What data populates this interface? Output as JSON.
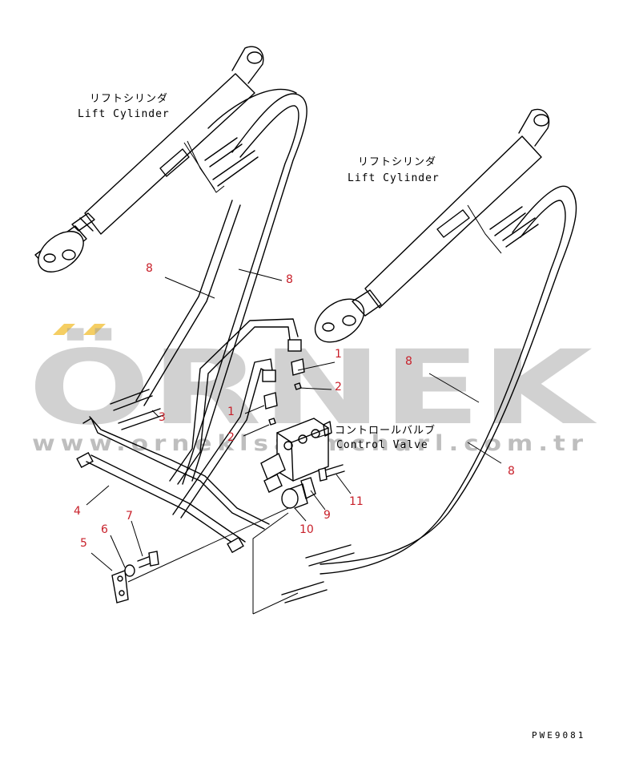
{
  "labels": {
    "cylinder_left_jp": "リフトシリンダ",
    "cylinder_left_en": "Lift Cylinder",
    "cylinder_right_jp": "リフトシリンダ",
    "cylinder_right_en": "Lift Cylinder",
    "valve_jp": "コントロールバルブ",
    "valve_en": "Control Valve"
  },
  "callouts": {
    "c1a": "1",
    "c1b": "1",
    "c2a": "2",
    "c2b": "2",
    "c3": "3",
    "c4": "4",
    "c5": "5",
    "c6": "6",
    "c7": "7",
    "c8a": "8",
    "c8b": "8",
    "c8c": "8",
    "c8d": "8",
    "c9": "9",
    "c10": "10",
    "c11": "11"
  },
  "watermark": {
    "brand": "ÖRNEK",
    "url": "www.orneklsanmcharl.com.tr"
  },
  "reference": "PWE9081",
  "colors": {
    "callout": "#c8202a",
    "line": "#000000",
    "watermark": "#9a9a9a",
    "accent": "#f2c23c"
  }
}
